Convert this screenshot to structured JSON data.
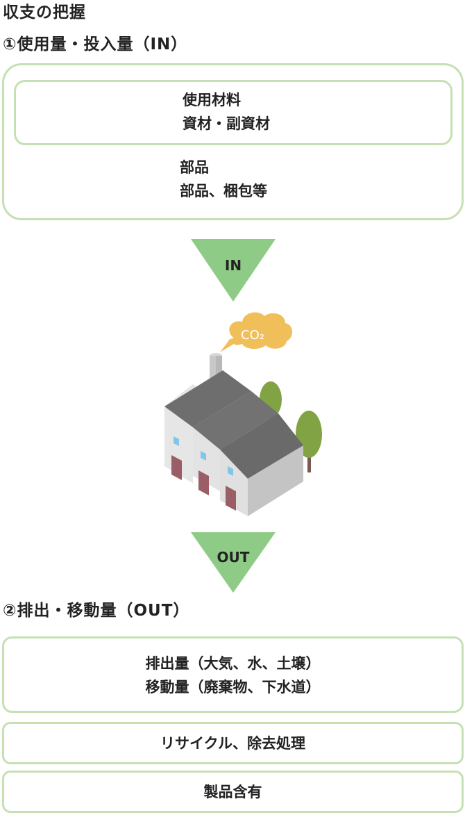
{
  "section_title": "収支の把握",
  "input": {
    "heading": "①使用量・投入量（IN）",
    "materials": {
      "line1": "使用材料",
      "line2": "資材・副資材"
    },
    "parts": {
      "line1": "部品",
      "line2": "部品、梱包等"
    }
  },
  "flow": {
    "in_label": "IN",
    "out_label": "OUT",
    "co2_label": "CO₂"
  },
  "output": {
    "heading": "②排出・移動量（OUT）",
    "emissions": {
      "line1": "排出量（大気、水、土壌）",
      "line2": "移動量（廃棄物、下水道）"
    },
    "recycle": "リサイクル、除去処理",
    "product": "製品含有"
  },
  "colors": {
    "box_border": "#c5e0b3",
    "arrow": "#8ecb86",
    "roof": "#6e6e6e",
    "wall_light": "#e6e6e6",
    "wall_dark": "#c4c4c4",
    "window": "#7fc6e8",
    "door": "#9b5d66",
    "tree": "#82a343",
    "co2_cloud": "#f0bf5a"
  }
}
